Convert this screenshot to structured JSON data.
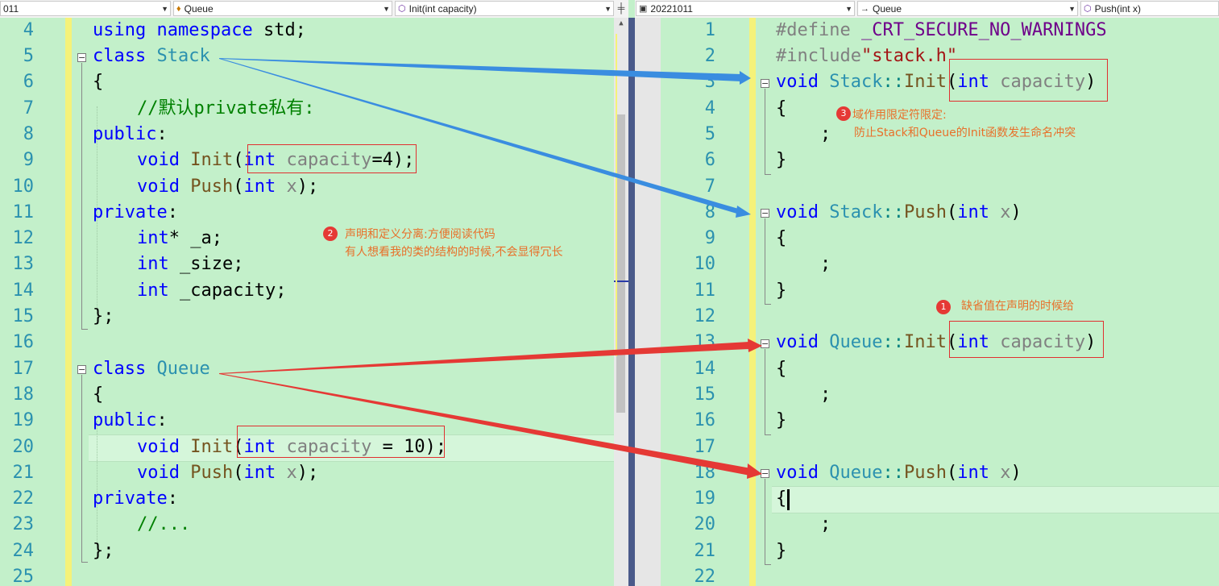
{
  "left_toolbar": {
    "project": "011",
    "scope": "Queue",
    "member": "Init(int capacity)"
  },
  "right_toolbar": {
    "project": "20221011",
    "scope": "Queue",
    "member": "Push(int x)"
  },
  "left_lines": [
    {
      "n": "4"
    },
    {
      "n": "5"
    },
    {
      "n": "6"
    },
    {
      "n": "7"
    },
    {
      "n": "8"
    },
    {
      "n": "9"
    },
    {
      "n": "10"
    },
    {
      "n": "11"
    },
    {
      "n": "12"
    },
    {
      "n": "13"
    },
    {
      "n": "14"
    },
    {
      "n": "15"
    },
    {
      "n": "16"
    },
    {
      "n": "17"
    },
    {
      "n": "18"
    },
    {
      "n": "19"
    },
    {
      "n": "20"
    },
    {
      "n": "21"
    },
    {
      "n": "22"
    },
    {
      "n": "23"
    },
    {
      "n": "24"
    },
    {
      "n": "25"
    }
  ],
  "right_lines": [
    {
      "n": "1"
    },
    {
      "n": "2"
    },
    {
      "n": "3"
    },
    {
      "n": "4"
    },
    {
      "n": "5"
    },
    {
      "n": "6"
    },
    {
      "n": "7"
    },
    {
      "n": "8"
    },
    {
      "n": "9"
    },
    {
      "n": "10"
    },
    {
      "n": "11"
    },
    {
      "n": "12"
    },
    {
      "n": "13"
    },
    {
      "n": "14"
    },
    {
      "n": "15"
    },
    {
      "n": "16"
    },
    {
      "n": "17"
    },
    {
      "n": "18"
    },
    {
      "n": "19"
    },
    {
      "n": "20"
    },
    {
      "n": "21"
    },
    {
      "n": "22"
    }
  ],
  "left_code": {
    "l4": [
      "using",
      " ",
      "namespace",
      " std;"
    ],
    "l5": [
      "class",
      " ",
      "Stack"
    ],
    "l6": "{",
    "l7": "//默认private私有:",
    "l8": [
      "public",
      ":"
    ],
    "l9": [
      "void",
      " ",
      "Init",
      "(",
      "int",
      " ",
      "capacity",
      "=4);"
    ],
    "l10": [
      "void",
      " ",
      "Push",
      "(",
      "int",
      " ",
      "x",
      ");"
    ],
    "l11": [
      "private",
      ":"
    ],
    "l12": [
      "int",
      "* _a;"
    ],
    "l13": [
      "int",
      " _size;"
    ],
    "l14": [
      "int",
      " _capacity;"
    ],
    "l15": "};",
    "l17": [
      "class",
      " ",
      "Queue"
    ],
    "l18": "{",
    "l19": [
      "public",
      ":"
    ],
    "l20": [
      "void",
      " ",
      "Init",
      "(",
      "int",
      " ",
      "capacity",
      " = 10);"
    ],
    "l21": [
      "void",
      " ",
      "Push",
      "(",
      "int",
      " ",
      "x",
      ");"
    ],
    "l22": [
      "private",
      ":"
    ],
    "l23": "//...",
    "l24": "};"
  },
  "right_code": {
    "r1": [
      "#define",
      " ",
      "_CRT_SECURE_NO_WARNINGS"
    ],
    "r2": [
      "#include",
      "\"stack.h\""
    ],
    "r3": [
      "void",
      " ",
      "Stack",
      "::",
      "Init",
      "(",
      "int",
      " ",
      "capacity",
      ")"
    ],
    "r4": "{",
    "r5": ";",
    "r6": "}",
    "r8": [
      "void",
      " ",
      "Stack",
      "::",
      "Push",
      "(",
      "int",
      " ",
      "x",
      ")"
    ],
    "r9": "{",
    "r10": ";",
    "r11": "}",
    "r13": [
      "void",
      " ",
      "Queue",
      "::",
      "Init",
      "(",
      "int",
      " ",
      "capacity",
      ")"
    ],
    "r14": "{",
    "r15": ";",
    "r16": "}",
    "r18": [
      "void",
      " ",
      "Queue",
      "::",
      "Push",
      "(",
      "int",
      " ",
      "x",
      ")"
    ],
    "r19": "{",
    "r20": ";",
    "r21": "}"
  },
  "annotations": {
    "n1": {
      "badge": "1",
      "text": "缺省值在声明的时候给"
    },
    "n2": {
      "badge": "2",
      "line1": "声明和定义分离:方便阅读代码",
      "line2": "有人想看我的类的结构的时候,不会显得冗长"
    },
    "n3": {
      "badge": "3",
      "line1": "域作用限定符限定:",
      "line2": "防止Stack和Queue的Init函数发生命名冲突"
    }
  },
  "colors": {
    "editor_bg": "#c3f0ca",
    "keyword": "#0000ff",
    "type": "#2b91af",
    "function": "#74531f",
    "param": "#808080",
    "comment": "#008000",
    "annotation": "#e8702a",
    "arrow_blue": "#3a8de0",
    "arrow_red": "#e53935"
  }
}
